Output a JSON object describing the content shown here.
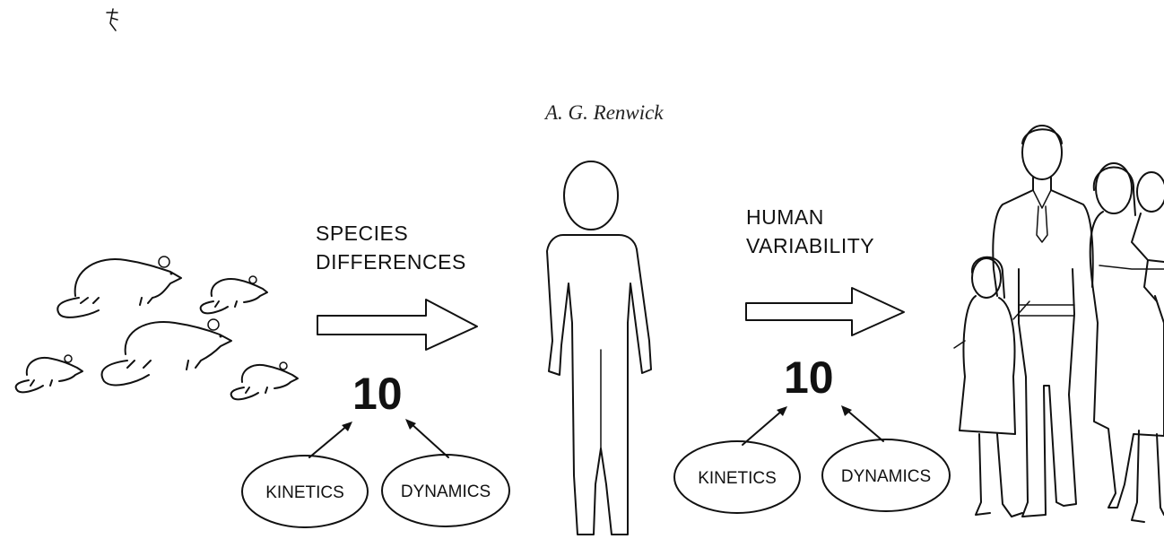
{
  "author": "A. G. Renwick",
  "left_step": {
    "heading_line1": "SPECIES",
    "heading_line2": "DIFFERENCES",
    "factor": "10",
    "ovals": [
      "KINETICS",
      "DYNAMICS"
    ]
  },
  "right_step": {
    "heading_line1": "HUMAN",
    "heading_line2": "VARIABILITY",
    "factor": "10",
    "ovals": [
      "KINETICS",
      "DYNAMICS"
    ]
  },
  "icons": {
    "rats": "rat-group-icon",
    "human": "human-silhouette-icon",
    "family": "family-group-icon",
    "corner_mark": "corner-mark-icon"
  }
}
